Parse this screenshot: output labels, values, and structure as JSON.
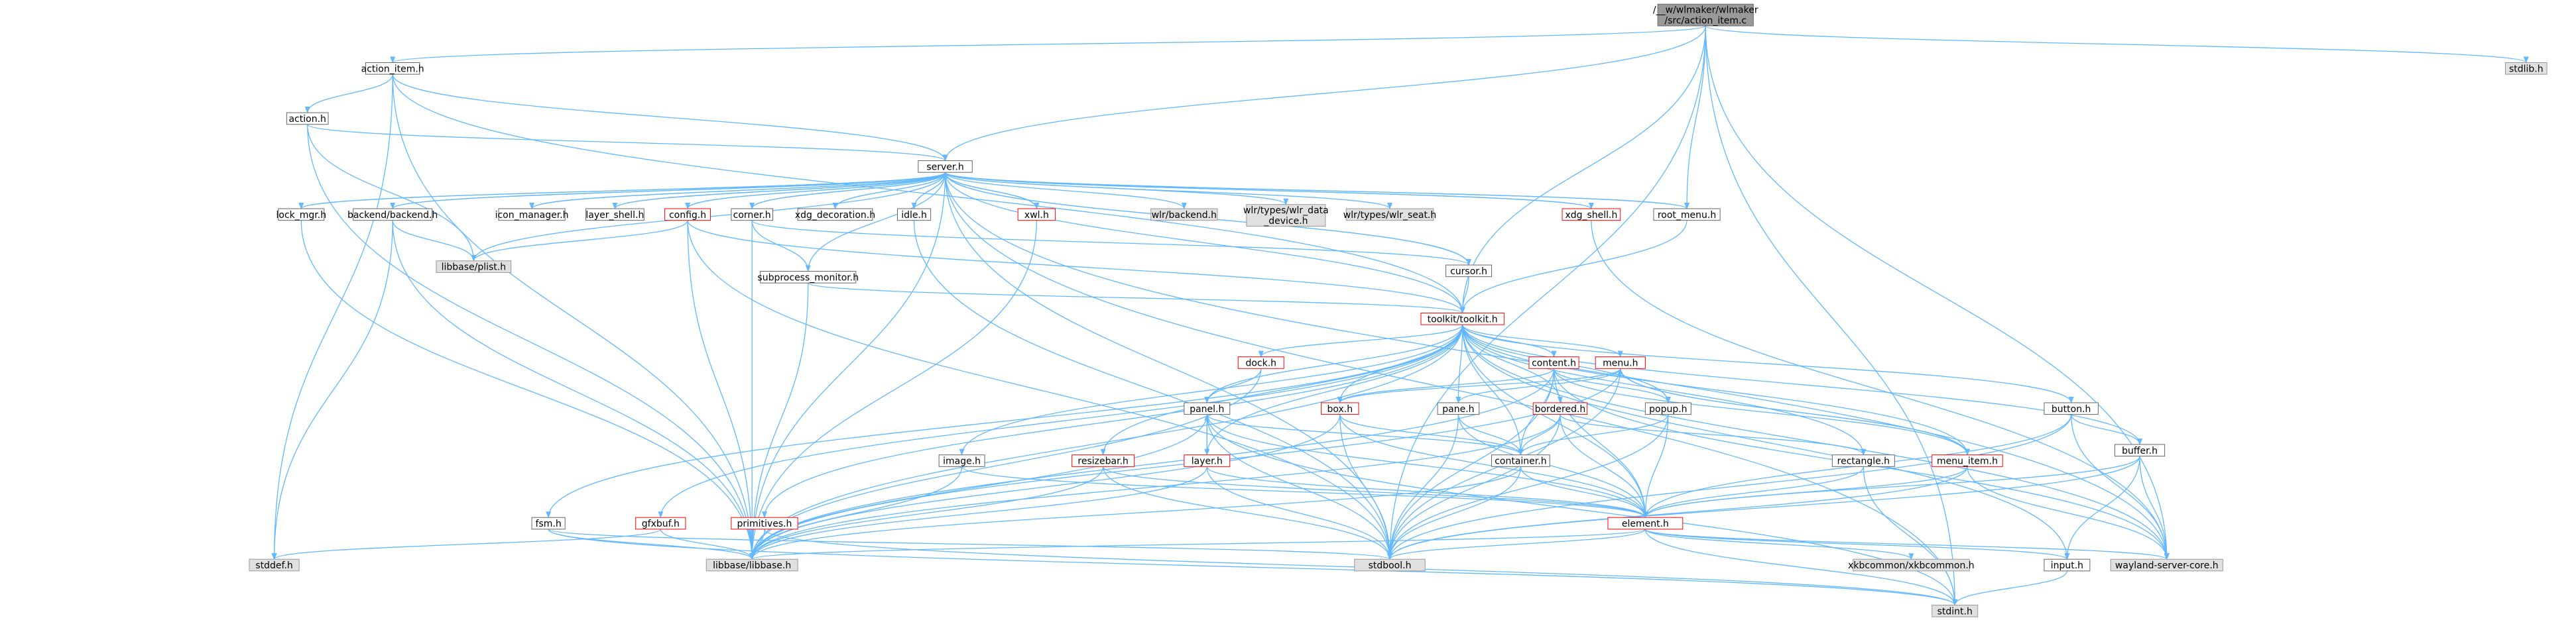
{
  "colors": {
    "edge": "#63b8ff",
    "root_fill": "#999999",
    "root_border": "#666666",
    "node_fill": "#ffffff",
    "node_border": "#666666",
    "linked_border": "#ff0000",
    "external_fill": "#e0e0e0",
    "external_border": "#999999"
  },
  "nodes": [
    {
      "id": "root",
      "label": [
        "/__w/wlmaker/wlmaker",
        "/src/action_item.c"
      ],
      "style": "root"
    },
    {
      "id": "action_item",
      "label": [
        "action_item.h"
      ],
      "style": "normal"
    },
    {
      "id": "stdlib",
      "label": [
        "stdlib.h"
      ],
      "style": "external"
    },
    {
      "id": "action",
      "label": [
        "action.h"
      ],
      "style": "normal"
    },
    {
      "id": "server",
      "label": [
        "server.h"
      ],
      "style": "normal"
    },
    {
      "id": "lock_mgr",
      "label": [
        "lock_mgr.h"
      ],
      "style": "normal"
    },
    {
      "id": "backend",
      "label": [
        "backend/backend.h"
      ],
      "style": "normal"
    },
    {
      "id": "icon_manager",
      "label": [
        "icon_manager.h"
      ],
      "style": "normal"
    },
    {
      "id": "layer_shell",
      "label": [
        "layer_shell.h"
      ],
      "style": "normal"
    },
    {
      "id": "config",
      "label": [
        "config.h"
      ],
      "style": "linked"
    },
    {
      "id": "corner",
      "label": [
        "corner.h"
      ],
      "style": "normal"
    },
    {
      "id": "xdg_decoration",
      "label": [
        "xdg_decoration.h"
      ],
      "style": "normal"
    },
    {
      "id": "idle",
      "label": [
        "idle.h"
      ],
      "style": "normal"
    },
    {
      "id": "xwl",
      "label": [
        "xwl.h"
      ],
      "style": "linked"
    },
    {
      "id": "wlr_backend",
      "label": [
        "wlr/backend.h"
      ],
      "style": "external"
    },
    {
      "id": "wlr_data_device",
      "label": [
        "wlr/types/wlr_data",
        "_device.h"
      ],
      "style": "external"
    },
    {
      "id": "wlr_seat",
      "label": [
        "wlr/types/wlr_seat.h"
      ],
      "style": "external"
    },
    {
      "id": "xdg_shell",
      "label": [
        "xdg_shell.h"
      ],
      "style": "linked"
    },
    {
      "id": "root_menu",
      "label": [
        "root_menu.h"
      ],
      "style": "normal"
    },
    {
      "id": "plist",
      "label": [
        "libbase/plist.h"
      ],
      "style": "external"
    },
    {
      "id": "cursor",
      "label": [
        "cursor.h"
      ],
      "style": "normal"
    },
    {
      "id": "subprocess_monitor",
      "label": [
        "subprocess_monitor.h"
      ],
      "style": "normal"
    },
    {
      "id": "toolkit",
      "label": [
        "toolkit/toolkit.h"
      ],
      "style": "linked"
    },
    {
      "id": "dock",
      "label": [
        "dock.h"
      ],
      "style": "linked"
    },
    {
      "id": "content",
      "label": [
        "content.h"
      ],
      "style": "linked"
    },
    {
      "id": "menu",
      "label": [
        "menu.h"
      ],
      "style": "linked"
    },
    {
      "id": "panel",
      "label": [
        "panel.h"
      ],
      "style": "normal"
    },
    {
      "id": "box",
      "label": [
        "box.h"
      ],
      "style": "linked"
    },
    {
      "id": "pane",
      "label": [
        "pane.h"
      ],
      "style": "normal"
    },
    {
      "id": "bordered",
      "label": [
        "bordered.h"
      ],
      "style": "linked"
    },
    {
      "id": "popup",
      "label": [
        "popup.h"
      ],
      "style": "normal"
    },
    {
      "id": "button",
      "label": [
        "button.h"
      ],
      "style": "normal"
    },
    {
      "id": "buffer",
      "label": [
        "buffer.h"
      ],
      "style": "normal"
    },
    {
      "id": "image",
      "label": [
        "image.h"
      ],
      "style": "normal"
    },
    {
      "id": "resizebar",
      "label": [
        "resizebar.h"
      ],
      "style": "linked"
    },
    {
      "id": "layer",
      "label": [
        "layer.h"
      ],
      "style": "linked"
    },
    {
      "id": "container",
      "label": [
        "container.h"
      ],
      "style": "normal"
    },
    {
      "id": "rectangle",
      "label": [
        "rectangle.h"
      ],
      "style": "normal"
    },
    {
      "id": "menu_item",
      "label": [
        "menu_item.h"
      ],
      "style": "linked"
    },
    {
      "id": "fsm",
      "label": [
        "fsm.h"
      ],
      "style": "normal"
    },
    {
      "id": "gfxbuf",
      "label": [
        "gfxbuf.h"
      ],
      "style": "linked"
    },
    {
      "id": "primitives",
      "label": [
        "primitives.h"
      ],
      "style": "linked"
    },
    {
      "id": "element",
      "label": [
        "element.h"
      ],
      "style": "linked"
    },
    {
      "id": "stddef",
      "label": [
        "stddef.h"
      ],
      "style": "external"
    },
    {
      "id": "libbase",
      "label": [
        "libbase/libbase.h"
      ],
      "style": "external"
    },
    {
      "id": "stdbool",
      "label": [
        "stdbool.h"
      ],
      "style": "external"
    },
    {
      "id": "xkbcommon",
      "label": [
        "xkbcommon/xkbcommon.h"
      ],
      "style": "external"
    },
    {
      "id": "input",
      "label": [
        "input.h"
      ],
      "style": "normal"
    },
    {
      "id": "wayland_server_core",
      "label": [
        "wayland-server-core.h"
      ],
      "style": "external"
    },
    {
      "id": "stdint",
      "label": [
        "stdint.h"
      ],
      "style": "external"
    }
  ],
  "edges": [
    [
      "root",
      "action_item"
    ],
    [
      "root",
      "stdlib"
    ],
    [
      "root",
      "server"
    ],
    [
      "root",
      "root_menu"
    ],
    [
      "root",
      "toolkit"
    ],
    [
      "root",
      "wayland_server_core"
    ],
    [
      "root",
      "stdint"
    ],
    [
      "root",
      "stdbool"
    ],
    [
      "action_item",
      "action"
    ],
    [
      "action_item",
      "server"
    ],
    [
      "action_item",
      "toolkit"
    ],
    [
      "action_item",
      "libbase"
    ],
    [
      "action_item",
      "stddef"
    ],
    [
      "action",
      "server"
    ],
    [
      "action",
      "plist"
    ],
    [
      "action",
      "libbase"
    ],
    [
      "server",
      "lock_mgr"
    ],
    [
      "server",
      "backend"
    ],
    [
      "server",
      "icon_manager"
    ],
    [
      "server",
      "layer_shell"
    ],
    [
      "server",
      "config"
    ],
    [
      "server",
      "corner"
    ],
    [
      "server",
      "xdg_decoration"
    ],
    [
      "server",
      "idle"
    ],
    [
      "server",
      "xwl"
    ],
    [
      "server",
      "wlr_backend"
    ],
    [
      "server",
      "wlr_data_device"
    ],
    [
      "server",
      "wlr_seat"
    ],
    [
      "server",
      "xdg_shell"
    ],
    [
      "server",
      "root_menu"
    ],
    [
      "server",
      "cursor"
    ],
    [
      "server",
      "toolkit"
    ],
    [
      "server",
      "libbase"
    ],
    [
      "server",
      "plist"
    ],
    [
      "server",
      "wayland_server_core"
    ],
    [
      "server",
      "stdbool"
    ],
    [
      "server",
      "stdint"
    ],
    [
      "lock_mgr",
      "server"
    ],
    [
      "lock_mgr",
      "libbase"
    ],
    [
      "backend",
      "server"
    ],
    [
      "backend",
      "plist"
    ],
    [
      "backend",
      "libbase"
    ],
    [
      "backend",
      "stddef"
    ],
    [
      "icon_manager",
      "server"
    ],
    [
      "layer_shell",
      "server"
    ],
    [
      "config",
      "plist"
    ],
    [
      "config",
      "libbase"
    ],
    [
      "config",
      "toolkit"
    ],
    [
      "config",
      "stdbool"
    ],
    [
      "config",
      "server"
    ],
    [
      "corner",
      "server"
    ],
    [
      "corner",
      "cursor"
    ],
    [
      "corner",
      "libbase"
    ],
    [
      "corner",
      "subprocess_monitor"
    ],
    [
      "xdg_decoration",
      "server"
    ],
    [
      "idle",
      "server"
    ],
    [
      "idle",
      "stdbool"
    ],
    [
      "xwl",
      "server"
    ],
    [
      "xwl",
      "libbase"
    ],
    [
      "xdg_shell",
      "server"
    ],
    [
      "xdg_shell",
      "wayland_server_core"
    ],
    [
      "root_menu",
      "server"
    ],
    [
      "root_menu",
      "toolkit"
    ],
    [
      "cursor",
      "server"
    ],
    [
      "cursor",
      "toolkit"
    ],
    [
      "subprocess_monitor",
      "server"
    ],
    [
      "subprocess_monitor",
      "toolkit"
    ],
    [
      "subprocess_monitor",
      "libbase"
    ],
    [
      "toolkit",
      "dock"
    ],
    [
      "toolkit",
      "content"
    ],
    [
      "toolkit",
      "menu"
    ],
    [
      "toolkit",
      "panel"
    ],
    [
      "toolkit",
      "box"
    ],
    [
      "toolkit",
      "pane"
    ],
    [
      "toolkit",
      "bordered"
    ],
    [
      "toolkit",
      "popup"
    ],
    [
      "toolkit",
      "button"
    ],
    [
      "toolkit",
      "buffer"
    ],
    [
      "toolkit",
      "image"
    ],
    [
      "toolkit",
      "resizebar"
    ],
    [
      "toolkit",
      "layer"
    ],
    [
      "toolkit",
      "container"
    ],
    [
      "toolkit",
      "rectangle"
    ],
    [
      "toolkit",
      "menu_item"
    ],
    [
      "toolkit",
      "fsm"
    ],
    [
      "toolkit",
      "gfxbuf"
    ],
    [
      "toolkit",
      "primitives"
    ],
    [
      "toolkit",
      "element"
    ],
    [
      "toolkit",
      "input"
    ],
    [
      "toolkit",
      "libbase"
    ],
    [
      "toolkit",
      "wayland_server_core"
    ],
    [
      "dock",
      "panel"
    ],
    [
      "dock",
      "libbase"
    ],
    [
      "content",
      "element"
    ],
    [
      "content",
      "container"
    ],
    [
      "content",
      "popup"
    ],
    [
      "content",
      "box"
    ],
    [
      "content",
      "stdbool"
    ],
    [
      "content",
      "libbase"
    ],
    [
      "content",
      "wayland_server_core"
    ],
    [
      "content",
      "menu_item"
    ],
    [
      "menu",
      "box"
    ],
    [
      "menu",
      "menu_item"
    ],
    [
      "menu",
      "pane"
    ],
    [
      "menu",
      "stdbool"
    ],
    [
      "menu",
      "libbase"
    ],
    [
      "panel",
      "layer"
    ],
    [
      "panel",
      "container"
    ],
    [
      "panel",
      "element"
    ],
    [
      "panel",
      "libbase"
    ],
    [
      "panel",
      "stdint"
    ],
    [
      "panel",
      "stdbool"
    ],
    [
      "box",
      "container"
    ],
    [
      "box",
      "element"
    ],
    [
      "box",
      "libbase"
    ],
    [
      "box",
      "stdbool"
    ],
    [
      "pane",
      "container"
    ],
    [
      "pane",
      "element"
    ],
    [
      "pane",
      "stdbool"
    ],
    [
      "bordered",
      "container"
    ],
    [
      "bordered",
      "element"
    ],
    [
      "bordered",
      "rectangle"
    ],
    [
      "bordered",
      "libbase"
    ],
    [
      "bordered",
      "stdbool"
    ],
    [
      "popup",
      "container"
    ],
    [
      "popup",
      "element"
    ],
    [
      "popup",
      "stdbool"
    ],
    [
      "button",
      "buffer"
    ],
    [
      "button",
      "element"
    ],
    [
      "button",
      "stdbool"
    ],
    [
      "button",
      "wayland_server_core"
    ],
    [
      "buffer",
      "element"
    ],
    [
      "buffer",
      "input"
    ],
    [
      "buffer",
      "wayland_server_core"
    ],
    [
      "buffer",
      "stdbool"
    ],
    [
      "image",
      "element"
    ],
    [
      "image",
      "libbase"
    ],
    [
      "resizebar",
      "element"
    ],
    [
      "resizebar",
      "libbase"
    ],
    [
      "resizebar",
      "stdbool"
    ],
    [
      "layer",
      "panel"
    ],
    [
      "layer",
      "element"
    ],
    [
      "layer",
      "libbase"
    ],
    [
      "layer",
      "stdbool"
    ],
    [
      "container",
      "element"
    ],
    [
      "container",
      "libbase"
    ],
    [
      "container",
      "stdbool"
    ],
    [
      "rectangle",
      "element"
    ],
    [
      "rectangle",
      "stdint"
    ],
    [
      "menu_item",
      "element"
    ],
    [
      "menu_item",
      "stdbool"
    ],
    [
      "menu_item",
      "menu"
    ],
    [
      "menu_item",
      "wayland_server_core"
    ],
    [
      "fsm",
      "libbase"
    ],
    [
      "fsm",
      "stdbool"
    ],
    [
      "fsm",
      "stdint"
    ],
    [
      "gfxbuf",
      "libbase"
    ],
    [
      "gfxbuf",
      "stddef"
    ],
    [
      "primitives",
      "libbase"
    ],
    [
      "primitives",
      "stdint"
    ],
    [
      "element",
      "input"
    ],
    [
      "element",
      "libbase"
    ],
    [
      "element",
      "stdbool"
    ],
    [
      "element",
      "xkbcommon"
    ],
    [
      "element",
      "wayland_server_core"
    ],
    [
      "element",
      "stdint"
    ],
    [
      "input",
      "stdint"
    ]
  ]
}
